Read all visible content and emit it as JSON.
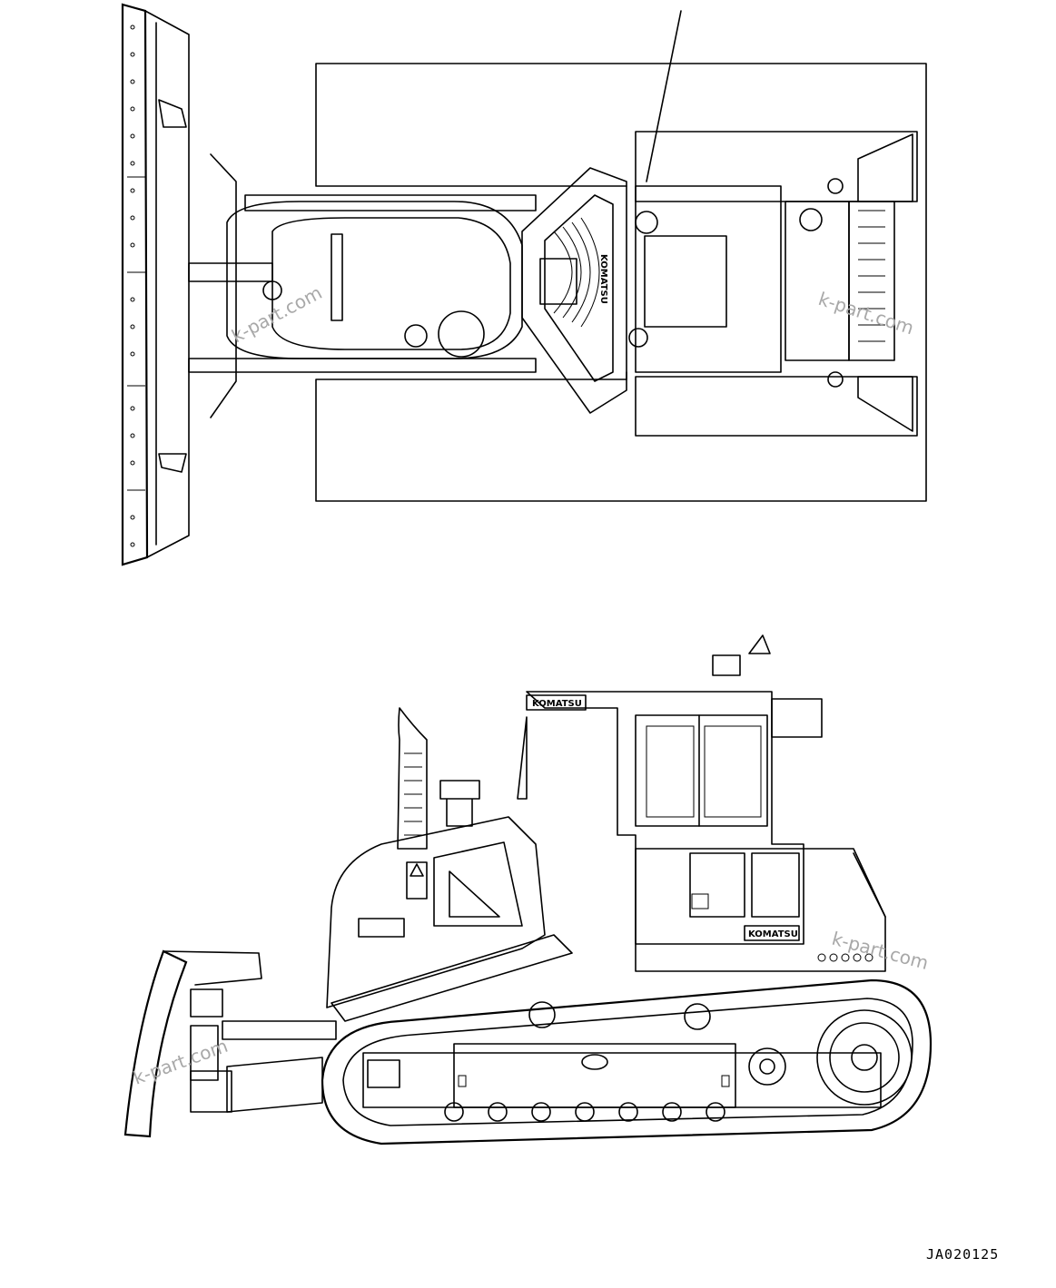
{
  "drawing": {
    "code": "JA020125",
    "watermark": "k-part.com",
    "brand_label": "KOMATSU"
  },
  "colors": {
    "line": "#000000",
    "watermark": "#a8a8a8",
    "background": "#ffffff"
  }
}
